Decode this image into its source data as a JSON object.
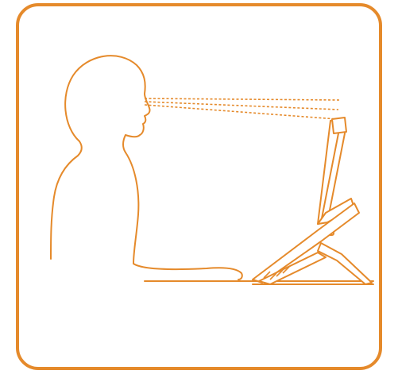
{
  "diagram": {
    "colors": {
      "stroke": "#e58a2b",
      "frame": "#e58a2b",
      "background": "#ffffff"
    },
    "elements": [
      "person-silhouette",
      "sight-lines",
      "monitor",
      "monitor-stand",
      "desk-surface",
      "frame"
    ]
  }
}
